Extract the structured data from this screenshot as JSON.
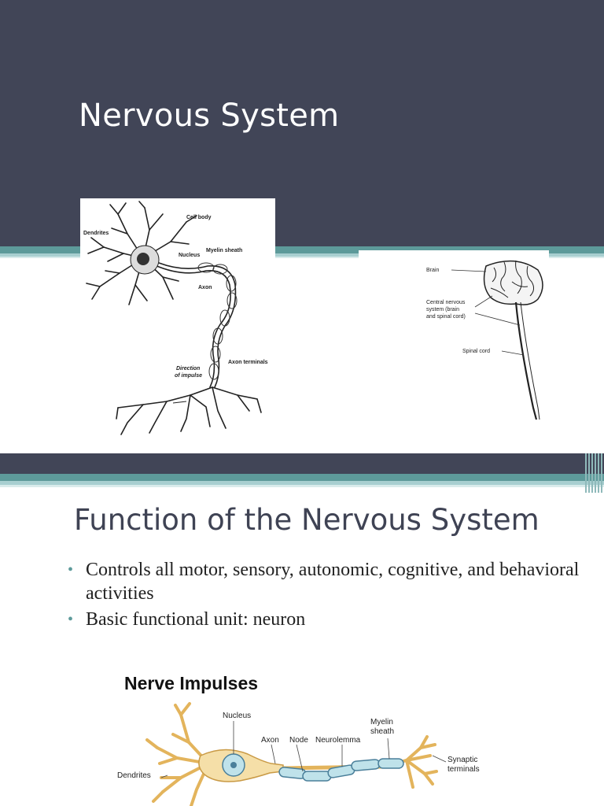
{
  "slide1": {
    "title": "Nervous System",
    "neuron_labels": {
      "cell_body": "Cell body",
      "dendrites": "Dendrites",
      "nucleus": "Nucleus",
      "myelin_sheath": "Myelin sheath",
      "axon": "Axon",
      "direction_line1": "Direction",
      "direction_line2": "of impulse",
      "axon_terminals": "Axon terminals"
    },
    "brain_labels": {
      "brain": "Brain",
      "cns_line1": "Central nervous",
      "cns_line2": "system (brain",
      "cns_line3": "and spinal cord)",
      "spinal_cord": "Spinal cord"
    }
  },
  "slide2": {
    "title": "Function of the Nervous System",
    "bullets": [
      "Controls all motor, sensory, autonomic, cognitive, and behavioral activities",
      "Basic functional unit: neuron"
    ],
    "bullet_glyph": "•",
    "figure_title": "Nerve Impulses",
    "figure_labels": {
      "nucleus": "Nucleus",
      "axon": "Axon",
      "node": "Node",
      "neurolemma": "Neurolemma",
      "myelin_line1": "Myelin",
      "myelin_line2": "sheath",
      "dendrites": "Dendrites",
      "synaptic_line1": "Synaptic",
      "synaptic_line2": "terminals"
    }
  },
  "colors": {
    "header_dark": "#414557",
    "accent_teal": "#5d9a9a",
    "accent_light": "#a8cfd0",
    "title2_color": "#3f4354",
    "cell_fill": "#f5dfa8",
    "myelin_fill": "#bfe2ea"
  }
}
